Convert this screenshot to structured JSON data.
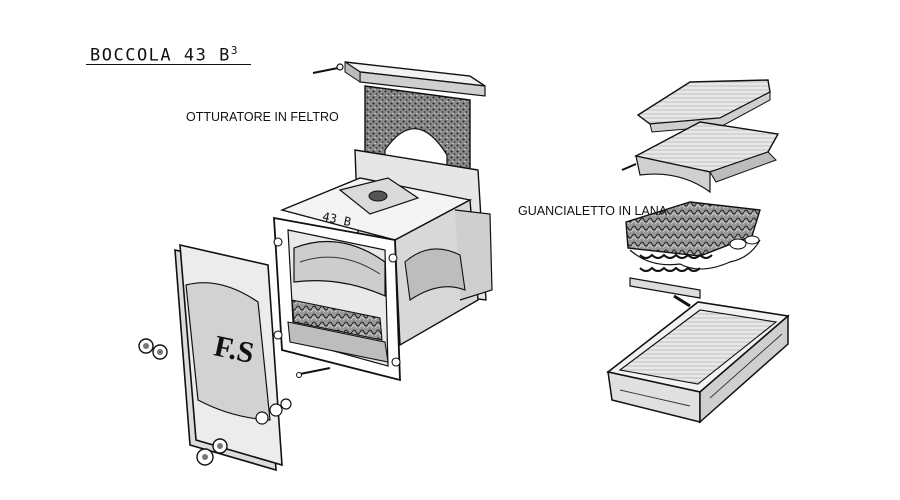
{
  "title": {
    "main": "BOCCOLA 43 B",
    "superscript": "3"
  },
  "labels": {
    "otturatore": "OTTURATORE IN FELTRO",
    "guancialetto": "GUANCIALETTO IN LANA"
  },
  "cover_letters": "F.S",
  "box_marking": "43 B",
  "colors": {
    "ink": "#111111",
    "paper": "#ffffff",
    "felt": "#5a5a5a",
    "wood": "#dcdcdc"
  }
}
